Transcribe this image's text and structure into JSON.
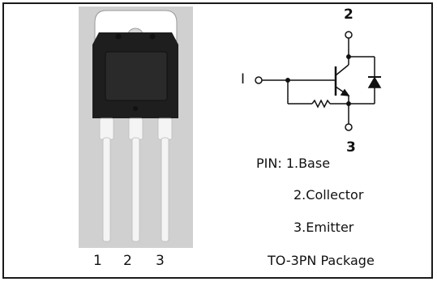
{
  "package_photo": {
    "pin_labels": [
      "1",
      "2",
      "3"
    ],
    "colors": {
      "panel": "#d0d0d0",
      "tab": "#ffffff",
      "body": "#1e1e1e",
      "leads": "#f0f0f0"
    }
  },
  "schematic": {
    "node_labels": {
      "collector": "2",
      "base": "I",
      "emitter": "3"
    },
    "components": [
      "npn-transistor",
      "resistor",
      "diode"
    ]
  },
  "pin_description": {
    "heading_line": "PIN: 1.Base",
    "collector_line": "2.Collector",
    "emitter_line": "3.Emitter",
    "package_line": "TO-3PN Package"
  }
}
